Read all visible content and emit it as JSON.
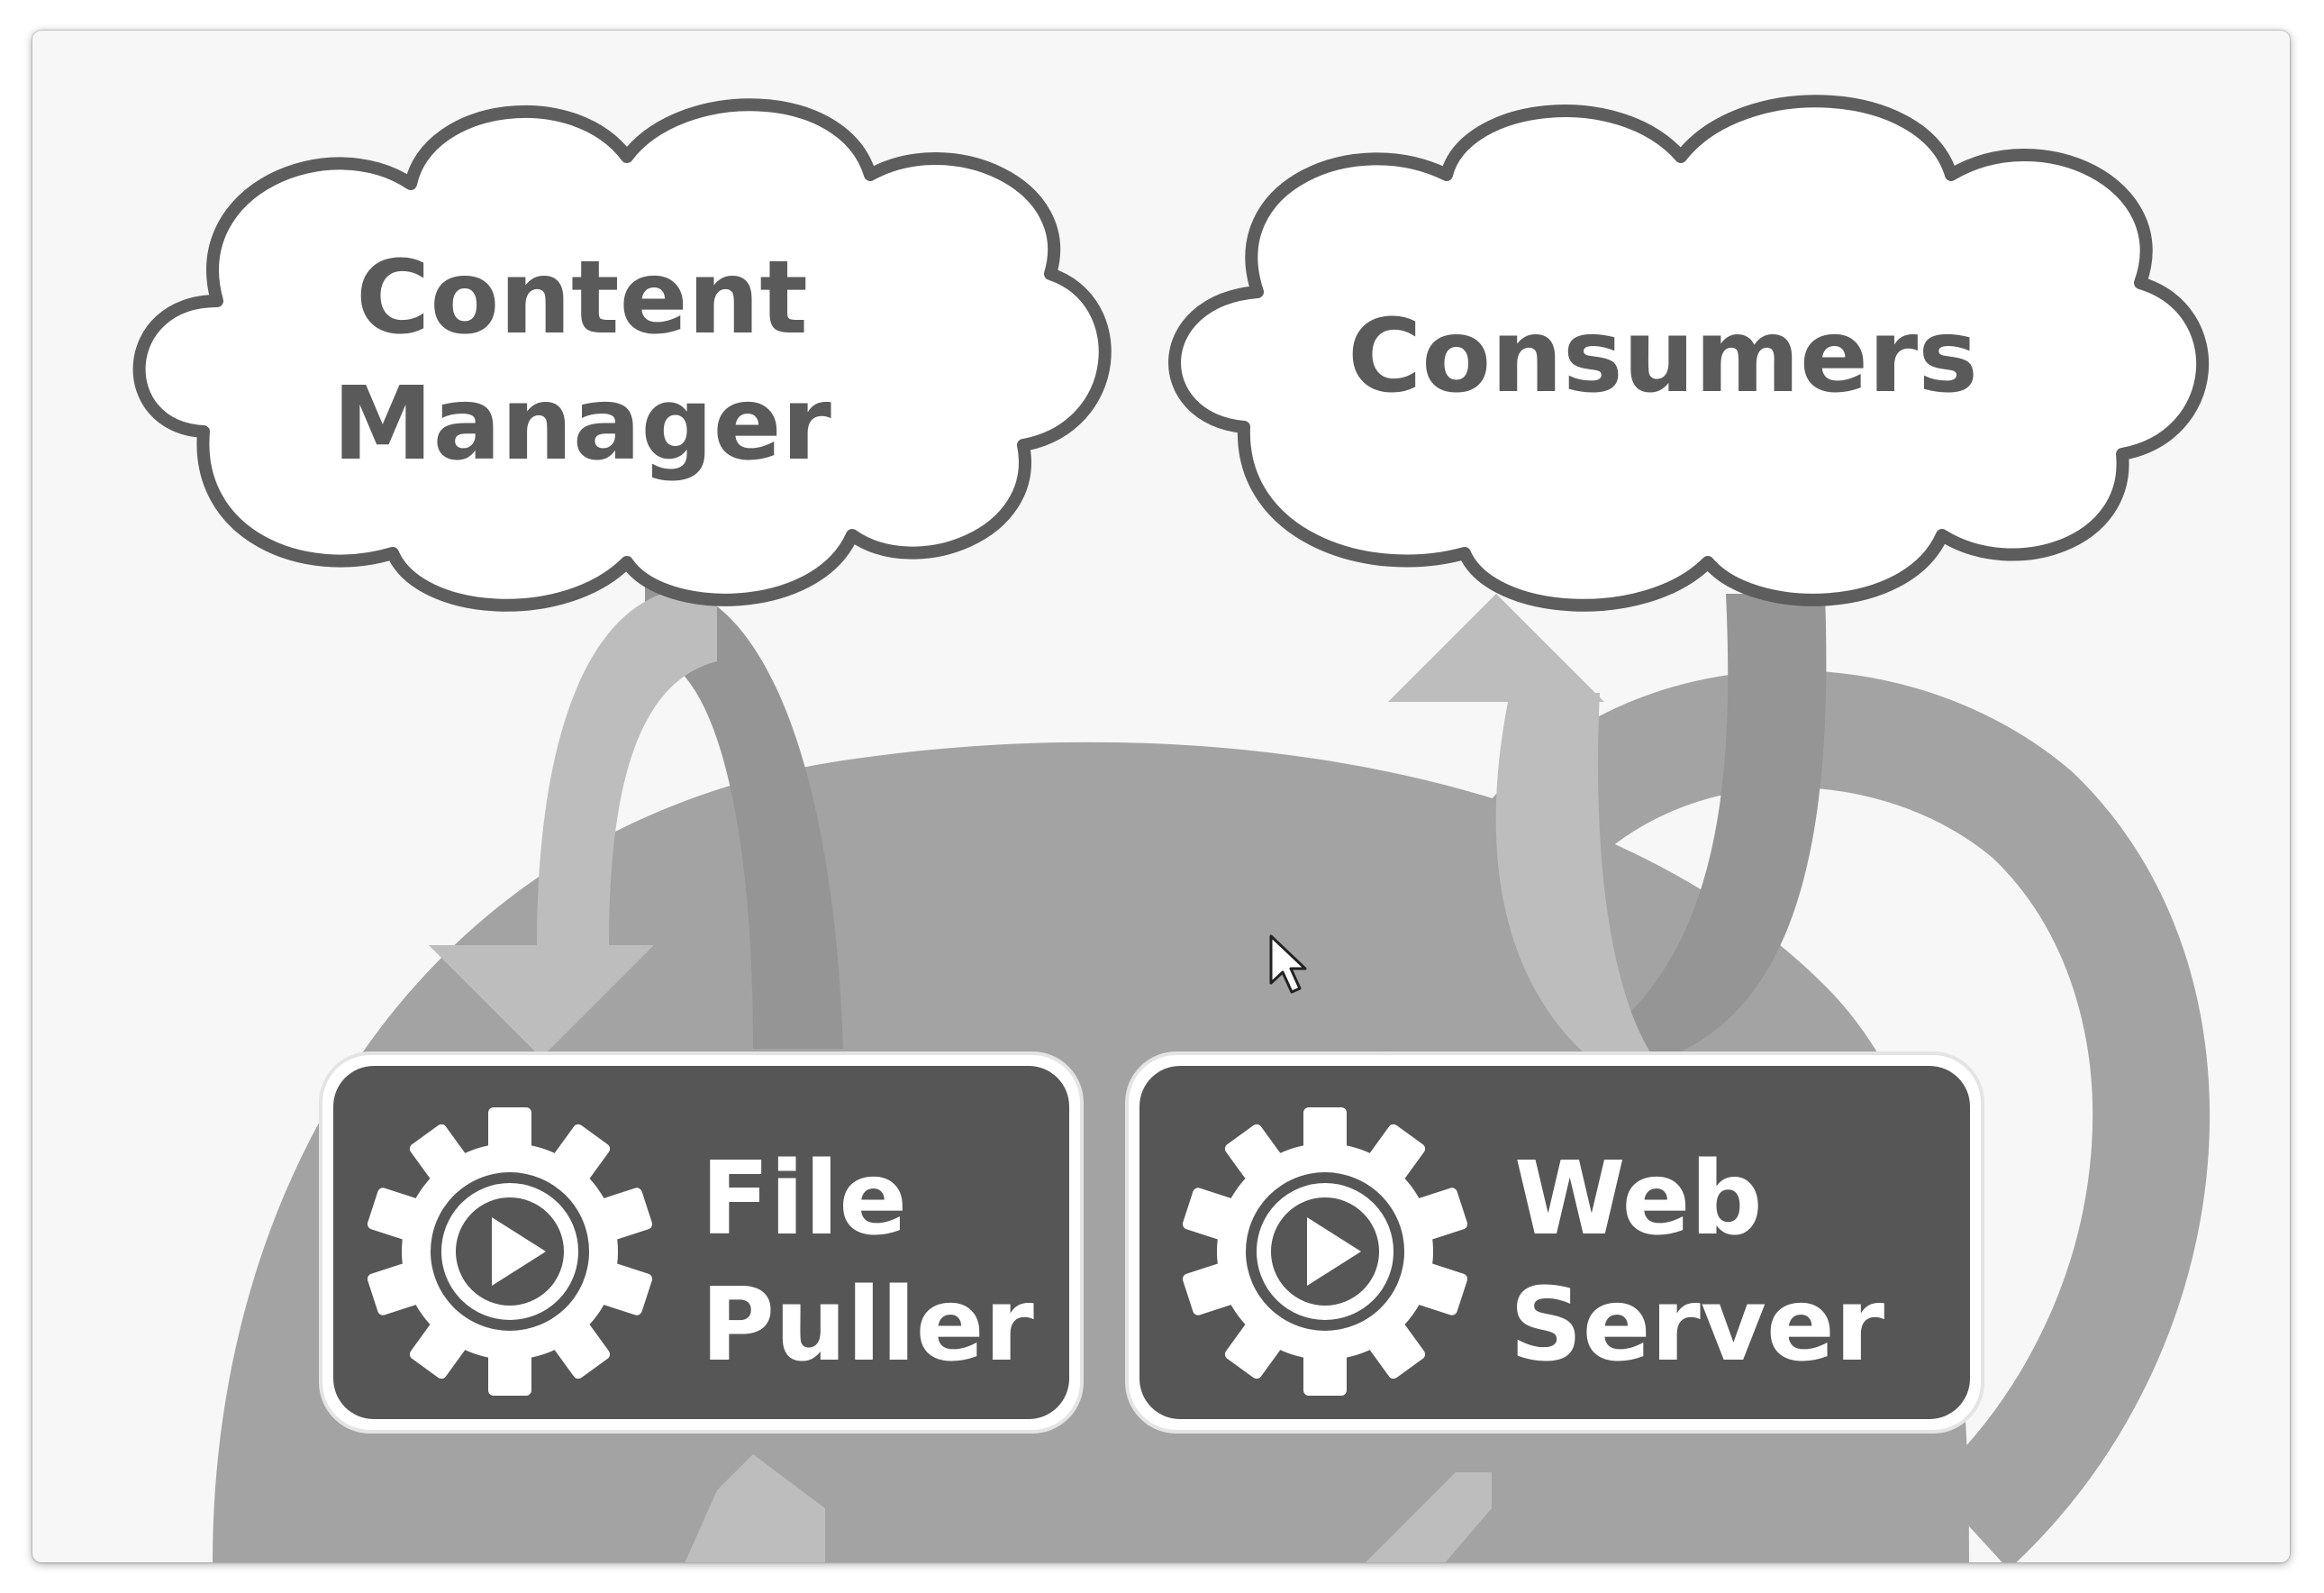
{
  "diagram": {
    "clouds": {
      "content_manager": {
        "line1": "Content",
        "line2": "Manager"
      },
      "consumers": {
        "line1": "Consumers"
      }
    },
    "boxes": {
      "file_puller": {
        "line1": "File",
        "line2": "Puller",
        "icon": "gear-play-icon"
      },
      "web_server": {
        "line1": "Web",
        "line2": "Server",
        "icon": "gear-play-icon"
      }
    },
    "colors": {
      "background": "#f7f7f7",
      "shared_volume": "#a3a3a3",
      "arrow_light": "#bdbdbd",
      "arrow_dark": "#959595",
      "cloud_stroke": "#5d5d5d",
      "box_fill": "#565656",
      "text_dark": "#5a5a5a",
      "text_light": "#ffffff"
    }
  }
}
